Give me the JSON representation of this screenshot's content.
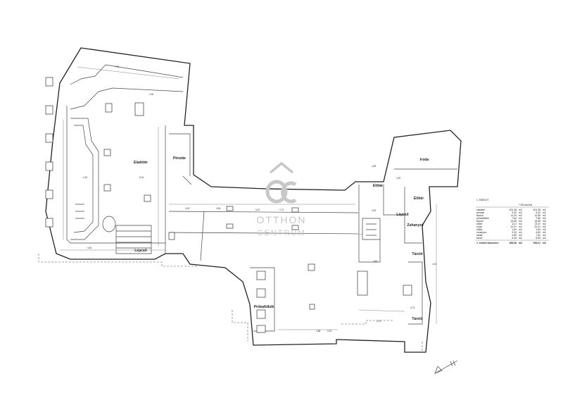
{
  "plan": {
    "rooms": [
      {
        "key": "eladoter",
        "label": "Eladótér"
      },
      {
        "key": "penztar",
        "label": "Pénztár"
      },
      {
        "key": "iroda",
        "label": "Iroda"
      },
      {
        "key": "elotar",
        "label": "Előtár"
      },
      {
        "key": "eloter",
        "label": "Előtér"
      },
      {
        "key": "lepcso_right",
        "label": "Lépcső"
      },
      {
        "key": "zuhanyzo",
        "label": "Zuhanyzó"
      },
      {
        "key": "lepcso_left",
        "label": "Lépcső"
      },
      {
        "key": "tarolo_1",
        "label": "Tároló"
      },
      {
        "key": "probafulke",
        "label": "Próbafülkék"
      },
      {
        "key": "tarolo_2",
        "label": "Tároló"
      }
    ],
    "dimensions": [
      "4,84",
      "6,04",
      "7,76",
      "1,60",
      "2,30",
      "4,00",
      "4,96",
      "3,22",
      "2,74",
      "1,88",
      "2,43",
      "2,75",
      "4,58",
      "3,29",
      "3,46",
      "4,00",
      "4,03",
      "6,75"
    ]
  },
  "legend": {
    "title": "1. EMELET",
    "header_value": "+190 komlok",
    "rows": [
      {
        "name": "eladótér",
        "area": "401,38",
        "unit": "m2",
        "area2": "401,38"
      },
      {
        "name": "pénztár",
        "area": "9,42",
        "unit": "m2",
        "area2": "9,42"
      },
      {
        "name": "lépcső",
        "area": "12,43",
        "unit": "m2",
        "area2": "12,65"
      },
      {
        "name": "próbafülkék",
        "area": "7,84",
        "unit": "m2",
        "area2": "7,86"
      },
      {
        "name": "lépcső",
        "area": "16,65",
        "unit": "m2",
        "area2": "16,65"
      },
      {
        "name": "előtér",
        "area": "10,2",
        "unit": "m2",
        "area2": "13,47"
      },
      {
        "name": "iroda",
        "area": "20,21",
        "unit": "m2",
        "area2": "20,21"
      },
      {
        "name": "előtár",
        "area": "1,84",
        "unit": "m2",
        "area2": "1,84"
      },
      {
        "name": "zuhanyzó",
        "area": "3,33",
        "unit": "m2",
        "area2": "4,82"
      },
      {
        "name": "raktár",
        "area": "4,89",
        "unit": "m2",
        "area2": "7,64"
      },
      {
        "name": "tároló",
        "area": "6,36",
        "unit": "m2",
        "area2": "8,50"
      }
    ],
    "total_label": "1. emelet összesen:",
    "total_area": "499,46",
    "total_unit": "m2",
    "total_area2": "518,21"
  },
  "watermark": {
    "line1": "OTTHON",
    "line2": "CENTRUM"
  },
  "colors": {
    "wall": "#222222",
    "watermark": "#c8c8c8"
  }
}
